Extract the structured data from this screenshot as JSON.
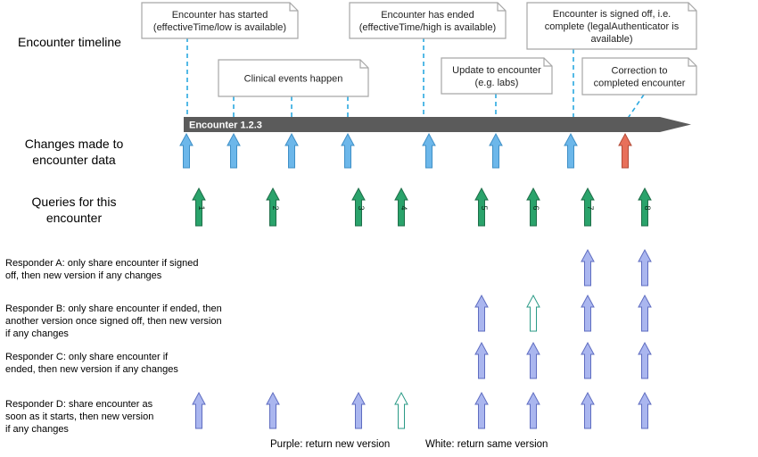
{
  "labels": {
    "timeline": "Encounter timeline",
    "changes": "Changes made to\nencounter data",
    "queries": "Queries for this\nencounter",
    "bar_label": "Encounter 1.2.3"
  },
  "notes": [
    {
      "id": "started",
      "text": "Encounter has started\n(effectiveTime/low is available)"
    },
    {
      "id": "events",
      "text": "Clinical events happen"
    },
    {
      "id": "ended",
      "text": "Encounter has ended\n(effectiveTime/high is available)"
    },
    {
      "id": "update",
      "text": "Update to encounter\n(e.g. labs)"
    },
    {
      "id": "signed",
      "text": "Encounter is signed off, i.e.\ncomplete (legalAuthenticator is\navailable)"
    },
    {
      "id": "correction",
      "text": "Correction to\ncompleted encounter"
    }
  ],
  "queries": [
    "1",
    "2",
    "3",
    "4",
    "5",
    "6",
    "7",
    "8"
  ],
  "responders": [
    {
      "id": "a",
      "text": "Responder A: only share encounter if signed\noff, then new version if any changes",
      "marks": [
        null,
        null,
        null,
        null,
        null,
        null,
        "new",
        "new"
      ]
    },
    {
      "id": "b",
      "text": "Responder B: only share encounter if ended, then\nanother version once signed off, then new version\nif any changes",
      "marks": [
        null,
        null,
        null,
        null,
        "new",
        "same",
        "new",
        "new"
      ]
    },
    {
      "id": "c",
      "text": "Responder C: only share encounter if\nended, then new version if any changes",
      "marks": [
        null,
        null,
        null,
        null,
        "new",
        "new",
        "new",
        "new"
      ]
    },
    {
      "id": "d",
      "text": "Responder D: share encounter as\nsoon as it starts, then new version\nif any changes",
      "marks": [
        "new",
        "new",
        "new",
        "same",
        "new",
        "new",
        "new",
        "new"
      ]
    }
  ],
  "legend": {
    "purple": "Purple: return new version",
    "white": "White: return same version"
  },
  "colors": {
    "change_arrow": "#6cb7ea",
    "correction_arrow": "#e8705a",
    "query_arrow": "#2aa36b",
    "new_version": "#aab6ef",
    "same_version": "#ffffff",
    "timeline_bar": "#5b5b5b",
    "dash_line": "#2aa8e0",
    "note_border": "#a7a7a7"
  }
}
